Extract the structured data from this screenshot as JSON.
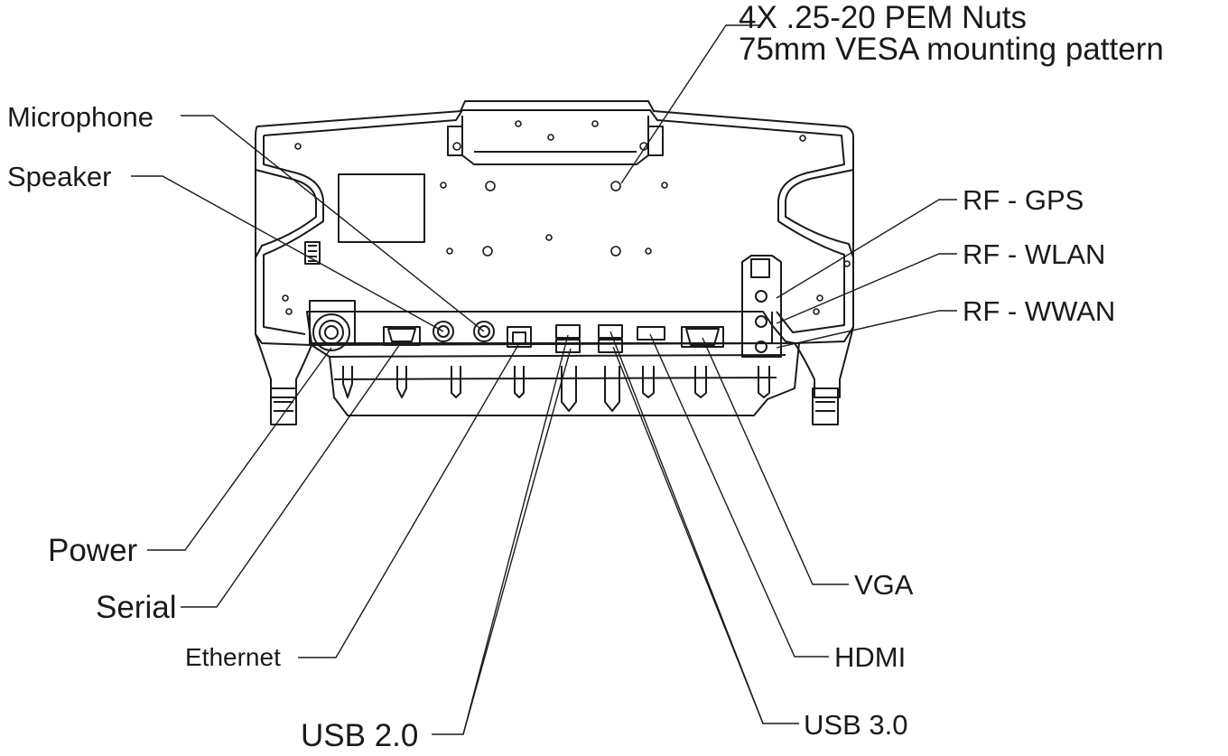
{
  "callouts": {
    "pem_nuts_line1": "4X .25-20 PEM Nuts",
    "pem_nuts_line2": "75mm VESA mounting pattern",
    "microphone": "Microphone",
    "speaker": "Speaker",
    "rf_gps": "RF - GPS",
    "rf_wlan": "RF - WLAN",
    "rf_wwan": "RF - WWAN",
    "power": "Power",
    "serial": "Serial",
    "ethernet": "Ethernet",
    "usb2": "USB 2.0",
    "usb3": "USB 3.0",
    "hdmi": "HDMI",
    "vga": "VGA"
  }
}
